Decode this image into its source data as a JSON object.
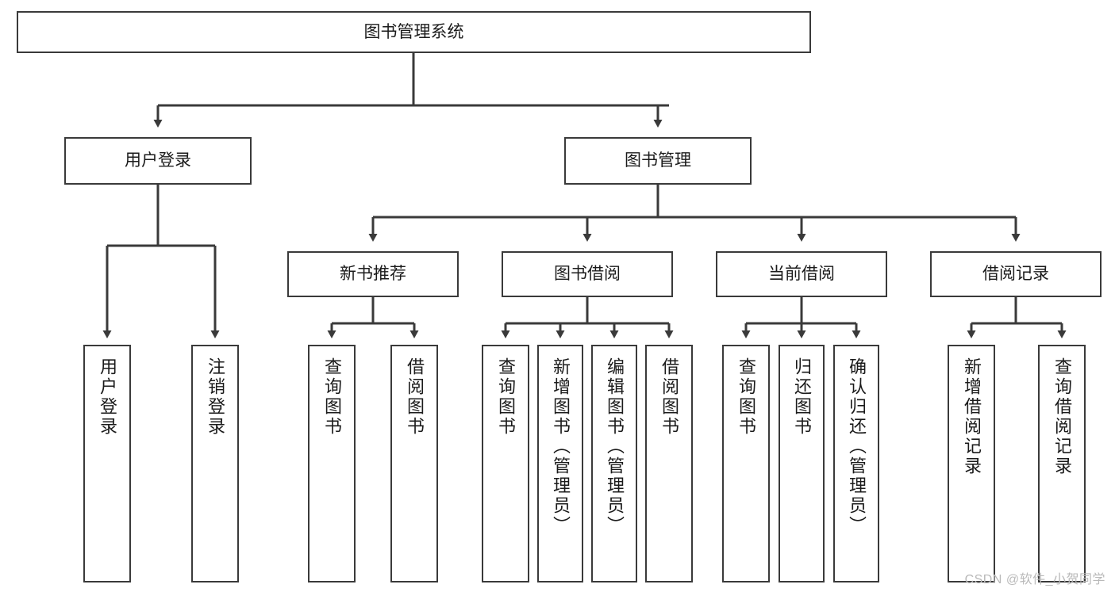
{
  "diagram": {
    "title": "图书管理系统",
    "type": "tree",
    "colors": {
      "box_border": "#3a3a3a",
      "connector": "#3a3a3a",
      "text": "#1b1b1b",
      "background": "#ffffff",
      "watermark": "#b9b9b9"
    },
    "levels": {
      "root": {
        "label": "图书管理系统",
        "orientation": "horizontal"
      },
      "level2": [
        {
          "label": "用户登录",
          "orientation": "horizontal"
        },
        {
          "label": "图书管理",
          "orientation": "horizontal"
        }
      ],
      "level3": [
        {
          "label": "新书推荐",
          "orientation": "horizontal",
          "parent": "图书管理"
        },
        {
          "label": "图书借阅",
          "orientation": "horizontal",
          "parent": "图书管理"
        },
        {
          "label": "当前借阅",
          "orientation": "horizontal",
          "parent": "图书管理"
        },
        {
          "label": "借阅记录",
          "orientation": "horizontal",
          "parent": "图书管理"
        }
      ],
      "leaves": [
        {
          "label": "用户登录",
          "orientation": "vertical",
          "parent": "用户登录"
        },
        {
          "label": "注销登录",
          "orientation": "vertical",
          "parent": "用户登录"
        },
        {
          "label": "查询图书",
          "orientation": "vertical",
          "parent": "新书推荐"
        },
        {
          "label": "借阅图书",
          "orientation": "vertical",
          "parent": "新书推荐"
        },
        {
          "label": "查询图书",
          "orientation": "vertical",
          "parent": "图书借阅"
        },
        {
          "label": "新增图书（管理员）",
          "orientation": "vertical",
          "parent": "图书借阅"
        },
        {
          "label": "编辑图书（管理员）",
          "orientation": "vertical",
          "parent": "图书借阅"
        },
        {
          "label": "借阅图书",
          "orientation": "vertical",
          "parent": "图书借阅"
        },
        {
          "label": "查询图书",
          "orientation": "vertical",
          "parent": "当前借阅"
        },
        {
          "label": "归还图书",
          "orientation": "vertical",
          "parent": "当前借阅"
        },
        {
          "label": "确认归还（管理员）",
          "orientation": "vertical",
          "parent": "当前借阅"
        },
        {
          "label": "新增借阅记录",
          "orientation": "vertical",
          "parent": "借阅记录"
        },
        {
          "label": "查询借阅记录",
          "orientation": "vertical",
          "parent": "借阅记录"
        }
      ]
    }
  },
  "watermark": {
    "text": "CSDN @软件_小贺同学"
  }
}
